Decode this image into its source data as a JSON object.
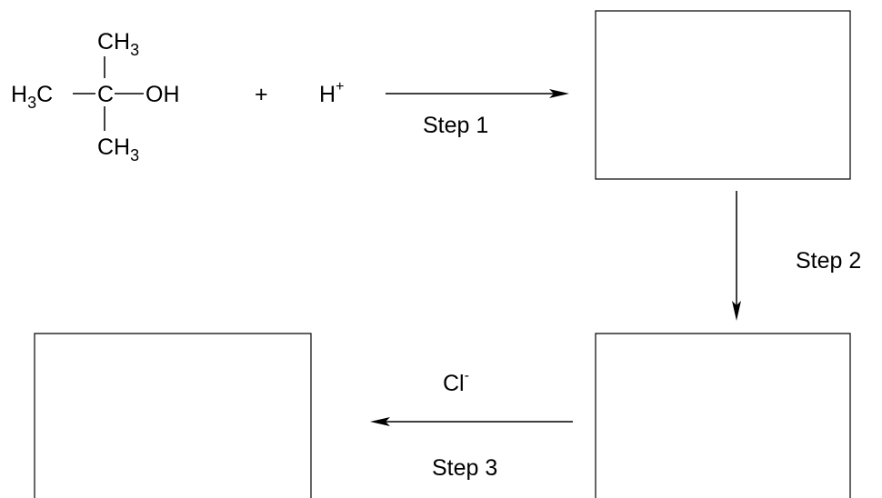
{
  "molecule": {
    "top_ch": "CH",
    "top_sub": "3",
    "left_h": "H",
    "left_sub": "3",
    "left_c": "C",
    "center": "C",
    "oh": "OH",
    "bottom_ch": "CH",
    "bottom_sub": "3"
  },
  "reactants": {
    "plus": "+",
    "proton": "H",
    "proton_charge": "+"
  },
  "steps": {
    "step1": "Step 1",
    "step2": "Step 2",
    "step3": "Step 3"
  },
  "reagents": {
    "chloride": "Cl",
    "chloride_charge": "-"
  }
}
